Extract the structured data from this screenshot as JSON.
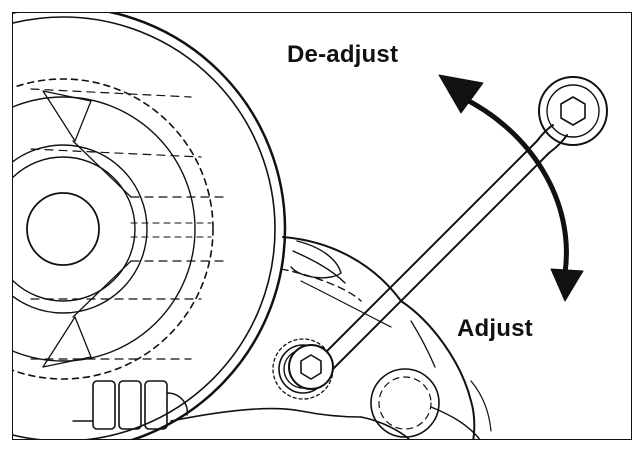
{
  "labels": {
    "deadjust": "De-adjust",
    "adjust": "Adjust"
  },
  "colors": {
    "line": "#111111",
    "background": "#ffffff"
  },
  "icons": {
    "wrench": "wrench-icon",
    "arrow": "double-headed-curved-arrow"
  }
}
